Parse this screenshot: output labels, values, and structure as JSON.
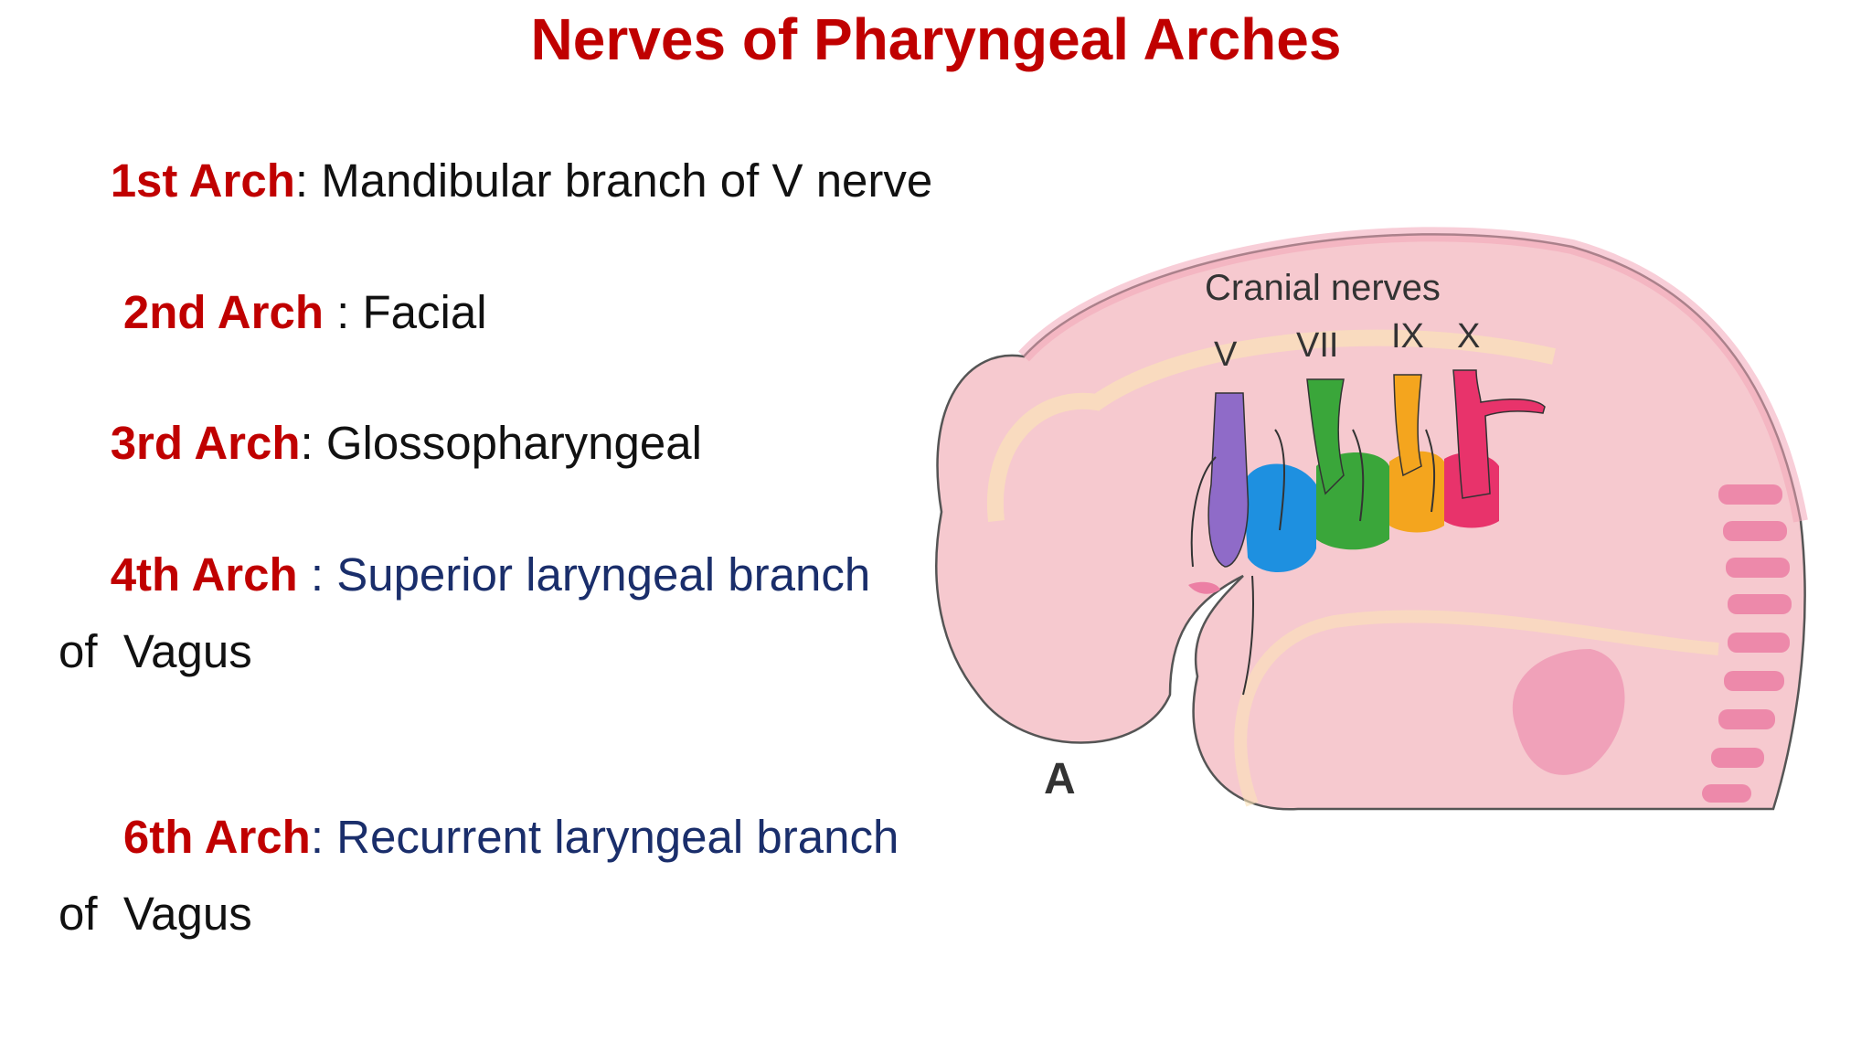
{
  "title": "Nerves of Pharyngeal Arches",
  "items": [
    {
      "label": "1st Arch",
      "sep": ": ",
      "text": "Mandibular branch of V nerve"
    },
    {
      "label": " 2nd Arch",
      "sep": " : ",
      "text": "Facial"
    },
    {
      "label": "3rd Arch",
      "sep": ": ",
      "text": "Glossopharyngeal"
    },
    {
      "label": "4th Arch",
      "sep": " : ",
      "text": "Superior laryngeal branch",
      "cont": "of  Vagus"
    },
    {
      "label": " 6th Arch",
      "sep": ": ",
      "text": "Recurrent laryngeal branch",
      "cont": "of  Vagus"
    }
  ],
  "figure": {
    "heading": "Cranial nerves",
    "nerve_labels": [
      "V",
      "VII",
      "IX",
      "X"
    ],
    "panel_letter": "A"
  },
  "colors": {
    "title": "#c00000",
    "label": "#c00000",
    "navy_text": "#1a2e6b",
    "embryo": "#f6c9cf",
    "nerve_V": "#8f6bc8",
    "nerve_VII": "#3aa63a",
    "nerve_IX": "#f4a51e",
    "nerve_X": "#e8336b",
    "arch_blue": "#1e90e0"
  }
}
